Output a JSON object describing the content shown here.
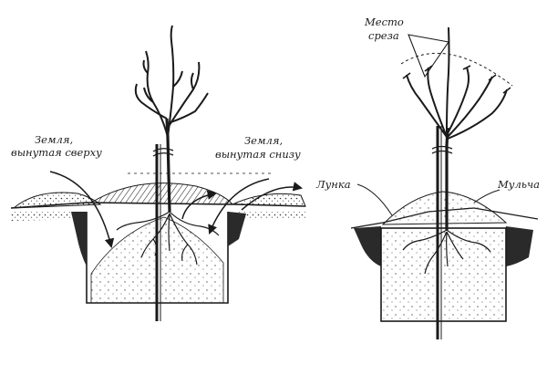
{
  "colors": {
    "ink": "#1a1a1a",
    "paper": "#ffffff",
    "soil": "#6a6a6a"
  },
  "left_diagram": {
    "label_top_soil": {
      "line1": "Земля,",
      "line2": "вынутая сверху"
    },
    "label_bottom_soil": {
      "line1": "Земля,",
      "line2": "вынутая снизу"
    }
  },
  "right_diagram": {
    "label_cut": {
      "line1": "Место",
      "line2": "среза"
    },
    "label_hole": "Лунка",
    "label_mulch": "Мульча"
  }
}
